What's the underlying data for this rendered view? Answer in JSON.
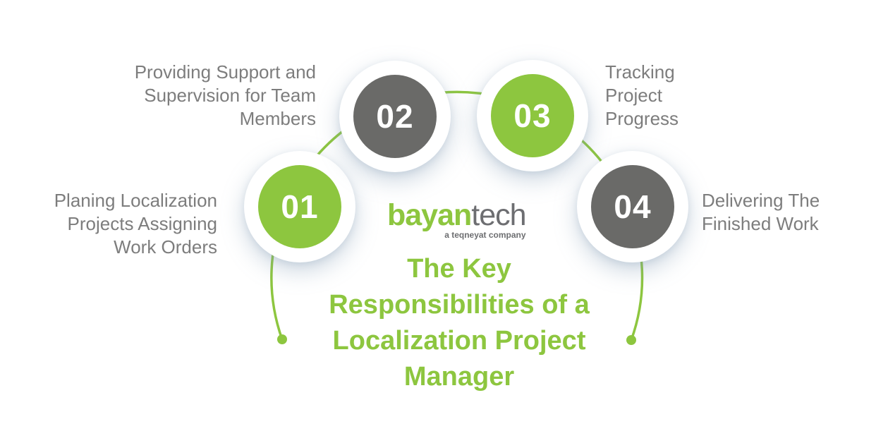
{
  "brand": {
    "name_bold": "bayan",
    "name_light": "tech",
    "tagline": "a teqneyat company"
  },
  "title": {
    "full": "The Key Responsibilities of a Localization Project Manager",
    "lines": [
      "The Key",
      "Responsibilities of a",
      "Localization Project",
      "Manager"
    ]
  },
  "steps": [
    {
      "number": "01",
      "label": "Planing Localization Projects Assigning Work Orders",
      "color": "#8dc63f"
    },
    {
      "number": "02",
      "label": "Providing Support and Supervision for Team Members",
      "color": "#6a6a68"
    },
    {
      "number": "03",
      "label": "Tracking Project Progress",
      "color": "#8dc63f"
    },
    {
      "number": "04",
      "label": "Delivering The Finished Work",
      "color": "#6a6a68"
    }
  ],
  "colors": {
    "brand_green": "#8dc63f",
    "dark_gray": "#6a6a68",
    "label_gray": "#7d7d7d",
    "logo_gray": "#6d6e71",
    "background": "#ffffff"
  }
}
